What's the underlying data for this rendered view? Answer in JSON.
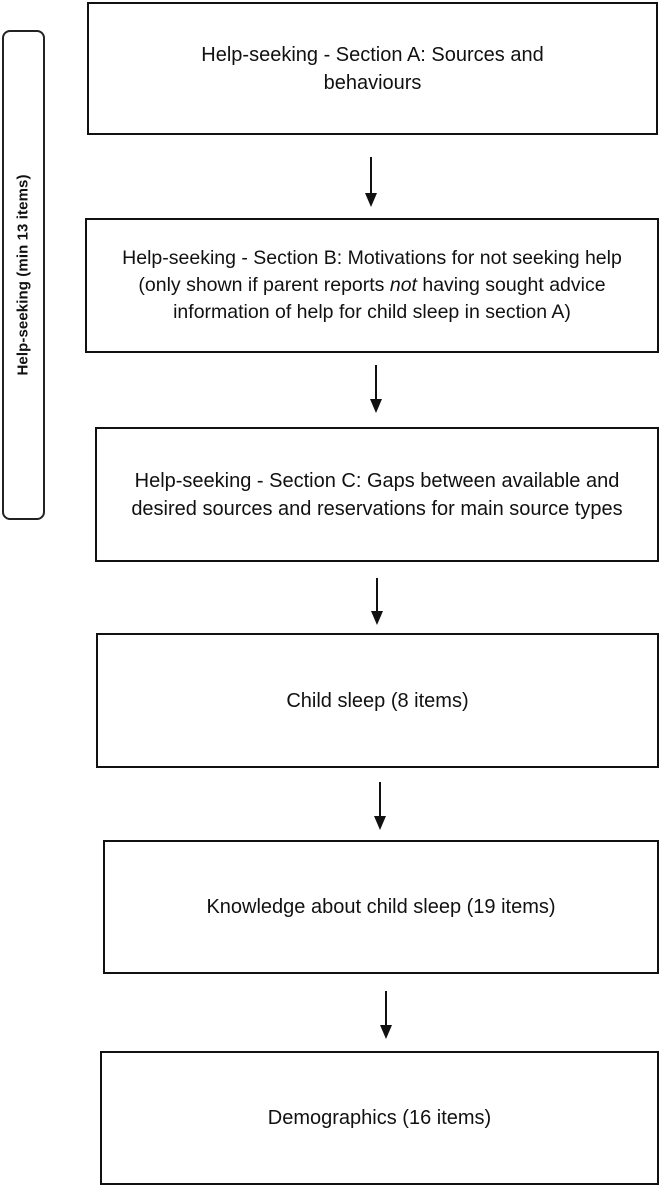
{
  "side_label": "Help-seeking (min 13 items)",
  "boxes": {
    "a": {
      "text": "Help-seeking - Section A: Sources and behaviours"
    },
    "b": {
      "text_before": "Help-seeking - Section B: Motivations for not seeking help (only shown if parent reports ",
      "text_emphasis": "not",
      "text_after": " having sought advice information of help for child sleep in section A)"
    },
    "c": {
      "text": "Help-seeking - Section C: Gaps between available and desired sources and reservations for main source types"
    },
    "d": {
      "text": "Child sleep (8 items)"
    },
    "e": {
      "text": "Knowledge about child sleep (19 items)"
    },
    "f": {
      "text": "Demographics (16 items)"
    }
  }
}
